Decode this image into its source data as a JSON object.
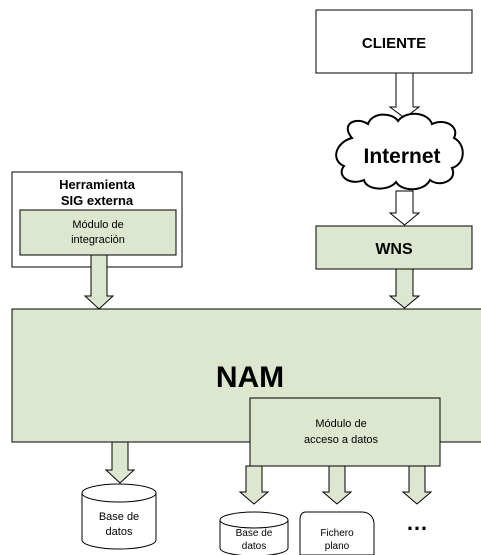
{
  "diagram": {
    "cliente": "CLIENTE",
    "internet": "Internet",
    "wns": "WNS",
    "nam": "NAM",
    "herramienta": [
      "Herramienta",
      "SIG externa"
    ],
    "modulo_integracion": [
      "Módulo de",
      "integración"
    ],
    "modulo_acceso": [
      "Módulo de",
      "acceso a datos"
    ],
    "bd_left": [
      "Base de",
      "datos"
    ],
    "bd_right": [
      "Base de",
      "datos"
    ],
    "fichero": [
      "Fichero",
      "plano"
    ],
    "ellipsis": "…"
  },
  "colors": {
    "box_fill": "#dde6cf",
    "stroke": "#000000",
    "background": "#ffffff"
  }
}
